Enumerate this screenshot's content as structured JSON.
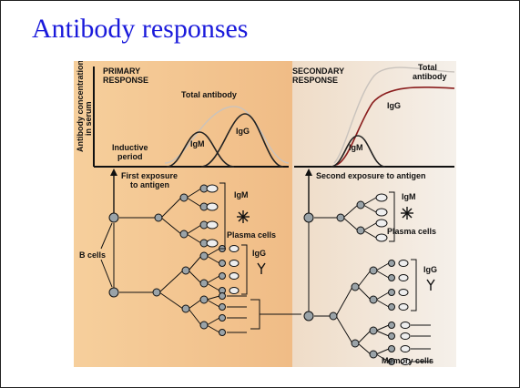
{
  "slide": {
    "title": "Antibody responses"
  },
  "figure": {
    "primary_label": [
      "PRIMARY",
      "RESPONSE"
    ],
    "secondary_label": [
      "SECONDARY",
      "RESPONSE"
    ],
    "y_axis_label": [
      "Antibody concentration",
      "in serum"
    ],
    "total_antibody_primary": "Total antibody",
    "total_antibody_secondary": [
      "Total",
      "antibody"
    ],
    "igm_curve_label": "IgM",
    "igg_curve_label": "IgG",
    "inductive_period": [
      "Inductive",
      "period"
    ],
    "first_exposure": [
      "First exposure",
      "to antigen"
    ],
    "second_exposure": "Second exposure to antigen",
    "b_cells": "B cells",
    "igm": "IgM",
    "igg": "IgG",
    "plasma_cells": "Plasma cells",
    "memory_cells": "Memory cells"
  },
  "colors": {
    "title": "#1a1adb",
    "primary_bg": "#f2c48e",
    "secondary_bg": "#efe7dc",
    "igg_secondary_curve": "#8a1d1d"
  }
}
